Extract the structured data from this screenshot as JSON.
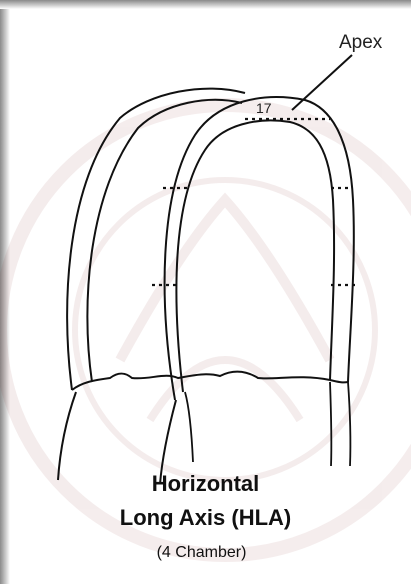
{
  "labels": {
    "apex": "Apex",
    "segment": "17"
  },
  "caption": {
    "title_line1": "Horizontal",
    "title_line2": "Long Axis (HLA)",
    "subtitle": "(4 Chamber)"
  },
  "colors": {
    "line": "#111111",
    "background": "#ffffff",
    "watermark": "#8b3a3a"
  }
}
